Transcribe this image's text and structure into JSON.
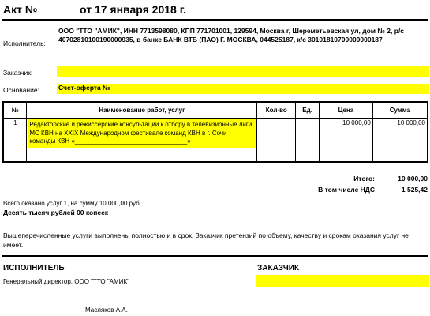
{
  "header": {
    "act": "Акт №",
    "date": "от 17 января 2018 г."
  },
  "executor": {
    "label": "Исполнитель:",
    "value": "ООО \"ТТО \"АМИК\", ИНН 7713598080, КПП 771701001, 129594, Москва г, Шереметьевская ул, дом № 2, р/с 40702810100190000935, в банке БАНК ВТБ (ПАО) Г. МОСКВА, 044525187, к/с 30101810700000000187"
  },
  "customer": {
    "label": "Заказчик:",
    "value": ""
  },
  "basis": {
    "label": "Основание:",
    "value": "Счет-оферта №"
  },
  "table": {
    "headers": [
      "№",
      "Наименование работ, услуг",
      "Кол-во",
      "Ед.",
      "Цена",
      "Сумма"
    ],
    "rows": [
      {
        "num": "1",
        "name": "Редакторские и режиссерские консультации к отбору в телевизионные лиги  МС КВН на  XXIX Международном фестивале команд КВН в г. Сочи команды КВН «________________________________»",
        "qty": "",
        "unit": "",
        "price": "10 000,00",
        "sum": "10 000,00"
      }
    ]
  },
  "totals": {
    "total_label": "Итого:",
    "total_value": "10 000,00",
    "vat_label": "В том числе НДС",
    "vat_value": "1 525,42"
  },
  "summary": {
    "line1": "Всего оказано услуг 1, на сумму 10 000,00 руб.",
    "line2": "Десять тысяч рублей 00 копеек"
  },
  "note": "Вышеперечисленные услуги выполнены полностью и в срок. Заказчик претензий по объему, качеству и срокам оказания услуг не имеет.",
  "sign": {
    "executor_title": "ИСПОЛНИТЕЛЬ",
    "customer_title": "ЗАКАЗЧИК",
    "executor_position": "Генеральный директор, ООО \"ТТО \"АМИК\"",
    "executor_name": "Масляков А.А."
  },
  "colors": {
    "highlight": "#ffff00",
    "text": "#000000"
  }
}
